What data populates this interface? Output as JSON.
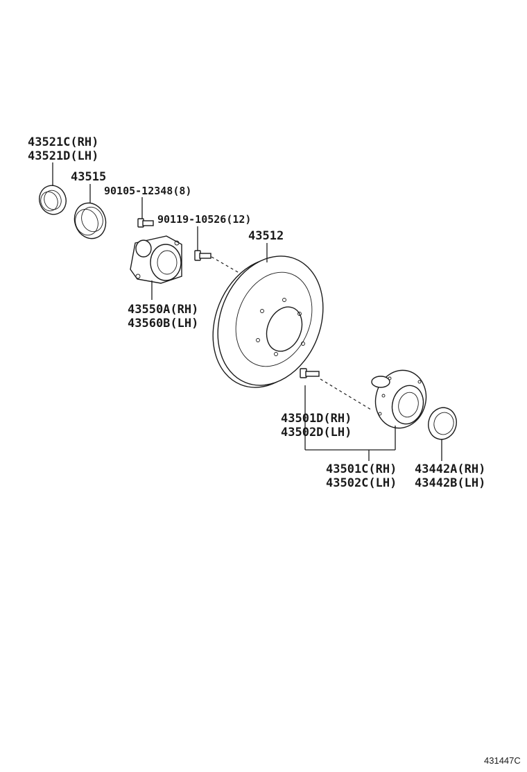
{
  "labels": {
    "oil_seal_rh": "43521C(RH)",
    "oil_seal_lh": "43521D(LH)",
    "bearing": "43515",
    "bolt_small": "90105-12348(8)",
    "bolt_hub": "90119-10526(12)",
    "disc": "43512",
    "knuckle_rh": "43550A(RH)",
    "knuckle_lh": "43560B(LH)",
    "stud_rh": "43501D(RH)",
    "stud_lh": "43502D(LH)",
    "hub_rh": "43501C(RH)",
    "hub_lh": "43502C(LH)",
    "seal_rh": "43442A(RH)",
    "seal_lh": "43442B(LH)"
  },
  "reference_code": "431447C"
}
